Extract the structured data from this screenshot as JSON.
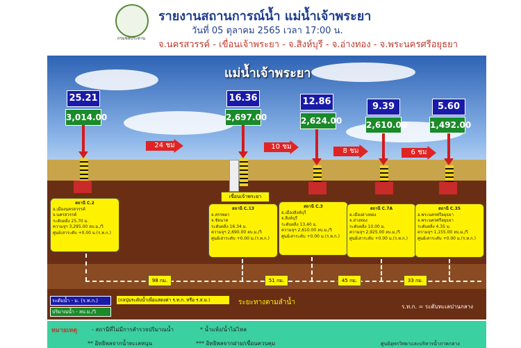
{
  "header": {
    "title": "รายงานสถานการณ์น้ำ แม่น้ำเจ้าพระยา",
    "datetime": "วันที่ 05 ตุลาคม 2565 เวลา 17:00 น.",
    "provinces": "จ.นครสวรรค์ - เขื่อนเจ้าพระยา - จ.สิงห์บุรี - จ.อ่างทอง - จ.พระนครศรีอยุธยา",
    "logo_caption": "กรมชลประทาน"
  },
  "river_title": "แม่น้ำเจ้าพระยา",
  "stations": [
    {
      "level": "25.21",
      "flow": "3,014.00",
      "card": [
        "สถานี C.2",
        "อ.เมืองนครสวรรค์",
        "จ.นครสวรรค์",
        "ระดับตลิ่ง 25.70 ม.",
        "ความจุฯ 3,295.00 ลบ.ม./วิ",
        "ศูนย์เสาระดับ +0.00 ม.(ร.ท.ก.)"
      ]
    },
    {
      "level": "16.36",
      "flow": "2,697.00",
      "card": [
        "สถานี C.13",
        "อ.สรรพยา",
        "จ.ชัยนาท",
        "ระดับตลิ่ง 16.34 ม.",
        "ความจุฯ 2,690.00 ลบ.ม./วิ",
        "ศูนย์เสาระดับ +0.00 ม.(ร.ท.ก.)"
      ]
    },
    {
      "level": "12.86",
      "flow": "2,624.00",
      "card": [
        "สถานี C.3",
        "อ.เมืองสิงห์บุรี",
        "จ.สิงห์บุรี",
        "ระดับตลิ่ง 13.40 ม.",
        "ความจุฯ 2,610.00 ลบ.ม./วิ",
        "ศูนย์เสาระดับ +0.00 ม.(ร.ท.ก.)"
      ]
    },
    {
      "level": "9.39",
      "flow": "2,610.00",
      "card": [
        "สถานี C.7A",
        "อ.เมืองอ่างทอง",
        "จ.อ่างทอง",
        "ระดับตลิ่ง 10.00 ม.",
        "ความจุฯ 2,925.00 ลบ.ม./วิ",
        "ศูนย์เสาระดับ +0.00 ม.(ร.ท.ก.)"
      ]
    },
    {
      "level": "5.60",
      "flow": "1,492.00",
      "card": [
        "สถานี C.35",
        "อ.พระนครศรีอยุธยา",
        "จ.พระนครศรีอยุธยา",
        "ระดับตลิ่ง 4.35 ม.",
        "ความจุฯ 1,155.00 ลบ.ม./วิ",
        "ศูนย์เสาระดับ +0.00 ม.(ร.ท.ก.)"
      ]
    }
  ],
  "travel_times": [
    "24 ชม",
    "10 ชม",
    "8 ชม",
    "6 ชม"
  ],
  "dam_label": "เขื่อนเจ้าพระยา",
  "distances": [
    "98 กม.",
    "51 กม.",
    "45 กม.",
    "33 กม."
  ],
  "legend": {
    "level": "ระดับน้ำ - ม. (ร.ท.ก.)",
    "flow": "ปริมาณน้ำ - ลบ.ม./วิ",
    "note": "(กลปุ่มระดับน้ำเพื่อแสดงค่า ร.ท.ก. หรือ ร.ส.ม.)",
    "river_direction": "ระยะทางตามลำน้ำ",
    "rtk": "ร.ท.ก. = ระดับทะเลปานกลาง"
  },
  "footer": {
    "remark": "หมายเหตุ",
    "item1": "- สถานีที่ไม่มีการสำรวจปริมาณน้ำ",
    "item2": "* น้ำแห้ง/น้ำไม่ไหล",
    "item3": "** อิทธิพลจากน้ำทะเลหนุน",
    "item4": "*** อิทธิพลจากฝาย/เขื่อนควบคุม",
    "source": "ศูนย์อุทกวิทยาและบริหารน้ำภาคกลาง"
  }
}
